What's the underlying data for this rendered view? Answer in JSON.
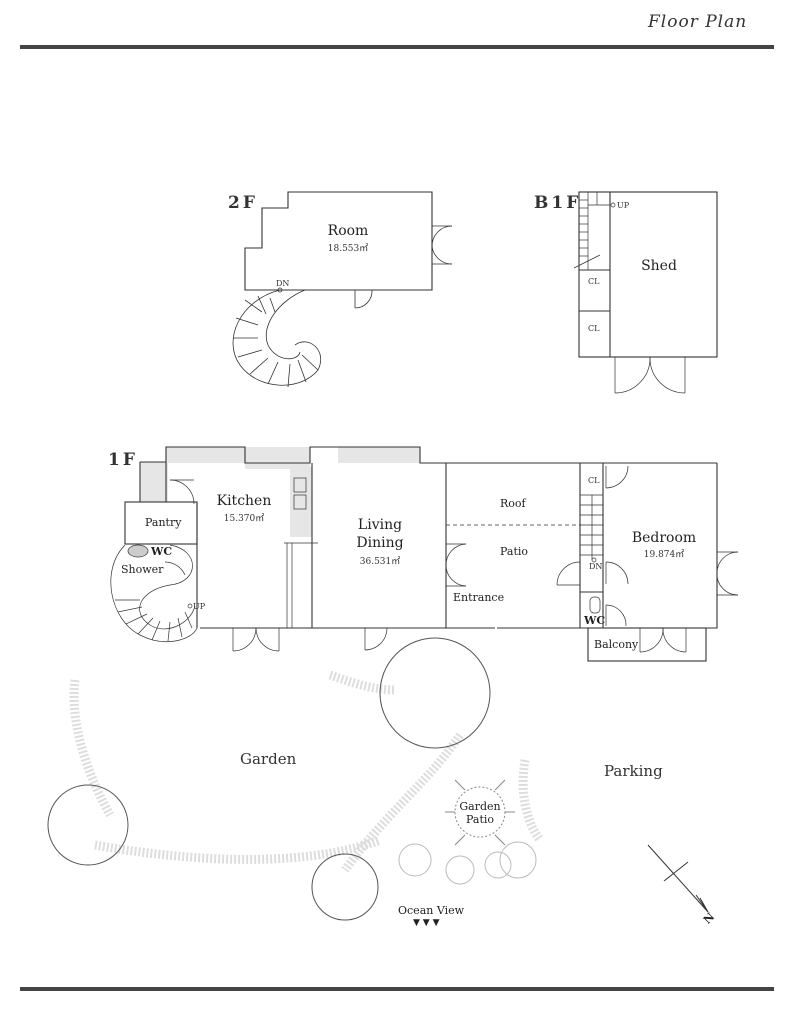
{
  "header": {
    "logo_text": "Floor Plan"
  },
  "floors": {
    "f2": "2F",
    "b1f": "B1F",
    "f1": "1F"
  },
  "rooms": {
    "room": {
      "name": "Room",
      "area": "18.553㎡"
    },
    "shed": {
      "name": "Shed"
    },
    "cl1": "CL",
    "cl2": "CL",
    "cl3": "CL",
    "kitchen": {
      "name": "Kitchen",
      "area": "15.370㎡"
    },
    "living": {
      "line1": "Living",
      "line2": "Dining",
      "area": "36.531㎡"
    },
    "pantry": "Pantry",
    "wc1": "WC",
    "shower": "Shower",
    "roof": "Roof",
    "patio": "Patio",
    "entrance": "Entrance",
    "bedroom": {
      "name": "Bedroom",
      "area": "19.874㎡"
    },
    "wc2": "WC",
    "balcony": "Balcony"
  },
  "stairs": {
    "dn_2f": "DN",
    "up_b1f": "UP",
    "up_1f": "UP",
    "dn_1f": "DN"
  },
  "outdoor": {
    "garden": "Garden",
    "parking": "Parking",
    "garden_patio_1": "Garden",
    "garden_patio_2": "Patio",
    "ocean_view": "Ocean View",
    "ocean_arrows": "▼ ▼ ▼"
  },
  "compass": {
    "north": "N"
  },
  "colors": {
    "line": "#333333",
    "rule": "#444444",
    "fill_grey": "#e6e6e6",
    "tree": "#bbbbbb"
  }
}
